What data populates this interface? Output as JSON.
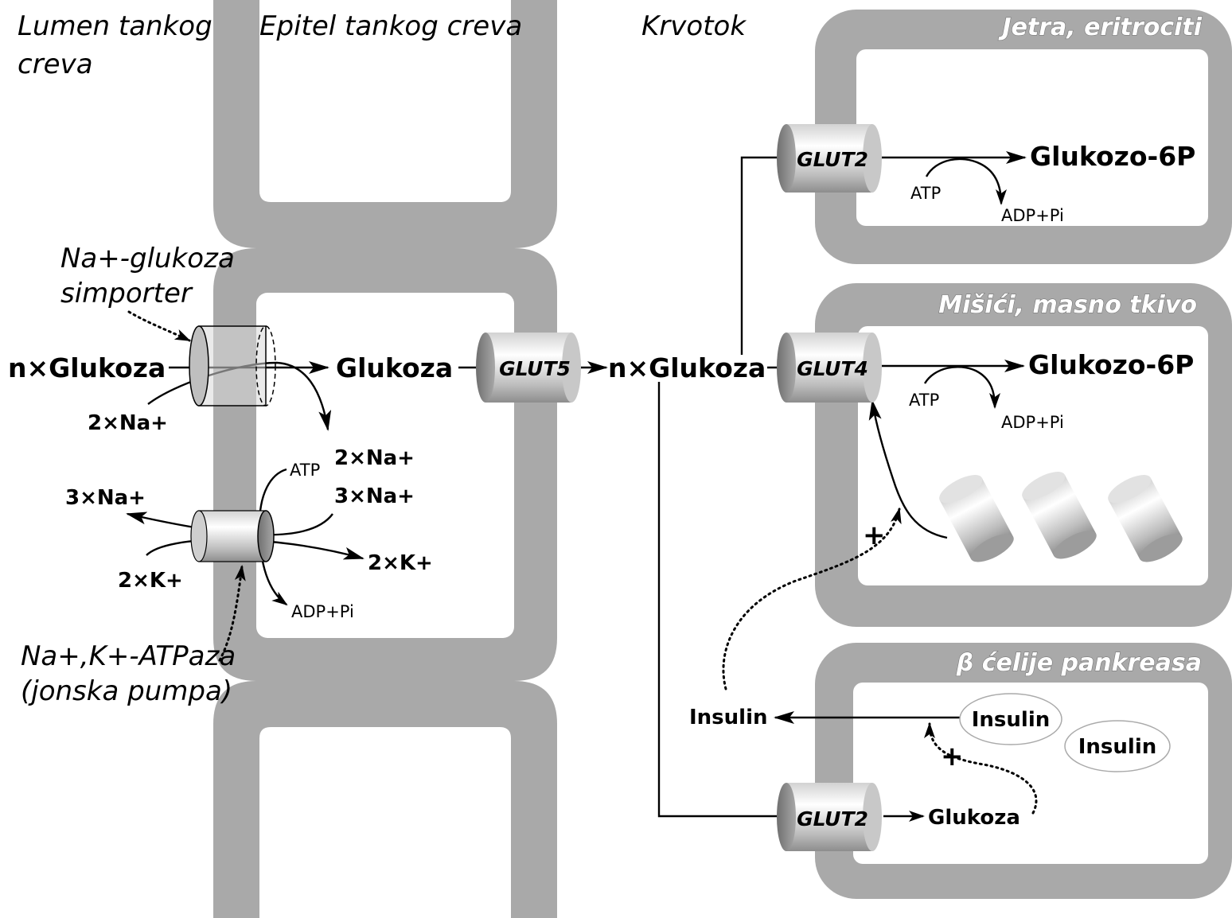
{
  "regions": {
    "lumen_line1": "Lumen tankog",
    "lumen_line2": "creva",
    "epitel": "Epitel tankog creva",
    "krvotok": "Krvotok"
  },
  "organs": {
    "liver": "Jetra, eritrociti",
    "muscle": "Mišići, masno tkivo",
    "pancreas": "β ćelije pankreasa"
  },
  "transporters": {
    "simporter_line1": "Na+-glukoza",
    "simporter_line2": "simporter",
    "atpase_line1": "Na+,K+-ATPaza",
    "atpase_line2": "(jonska pumpa)",
    "glut5": "GLUT5",
    "glut2_liver": "GLUT2",
    "glut4": "GLUT4",
    "glut2_pancreas": "GLUT2"
  },
  "molecules": {
    "n_glucose_lumen": "n×Glukoza",
    "glucose_epitel": "Glukoza",
    "n_glucose_blood": "n×Glukoza",
    "na2_in": "2×Na+",
    "na2_out": "2×Na+",
    "na3_in": "3×Na+",
    "na3_out": "3×Na+",
    "k2_in": "2×K+",
    "k2_out": "2×K+",
    "atp_pump": "ATP",
    "adp_pump": "ADP+Pi",
    "g6p_liver": "Glukozo-6P",
    "atp_liver": "ATP",
    "adp_liver": "ADP+Pi",
    "g6p_muscle": "Glukozo-6P",
    "atp_muscle": "ATP",
    "adp_muscle": "ADP+Pi",
    "insulin_blood": "Insulin",
    "insulin_vesicle1": "Insulin",
    "insulin_vesicle2": "Insulin",
    "glucose_pancreas": "Glukoza",
    "plus_muscle": "+",
    "plus_pancreas": "+"
  },
  "colors": {
    "wall": "#a9a9a9",
    "background": "#ffffff",
    "ink": "#000000"
  }
}
